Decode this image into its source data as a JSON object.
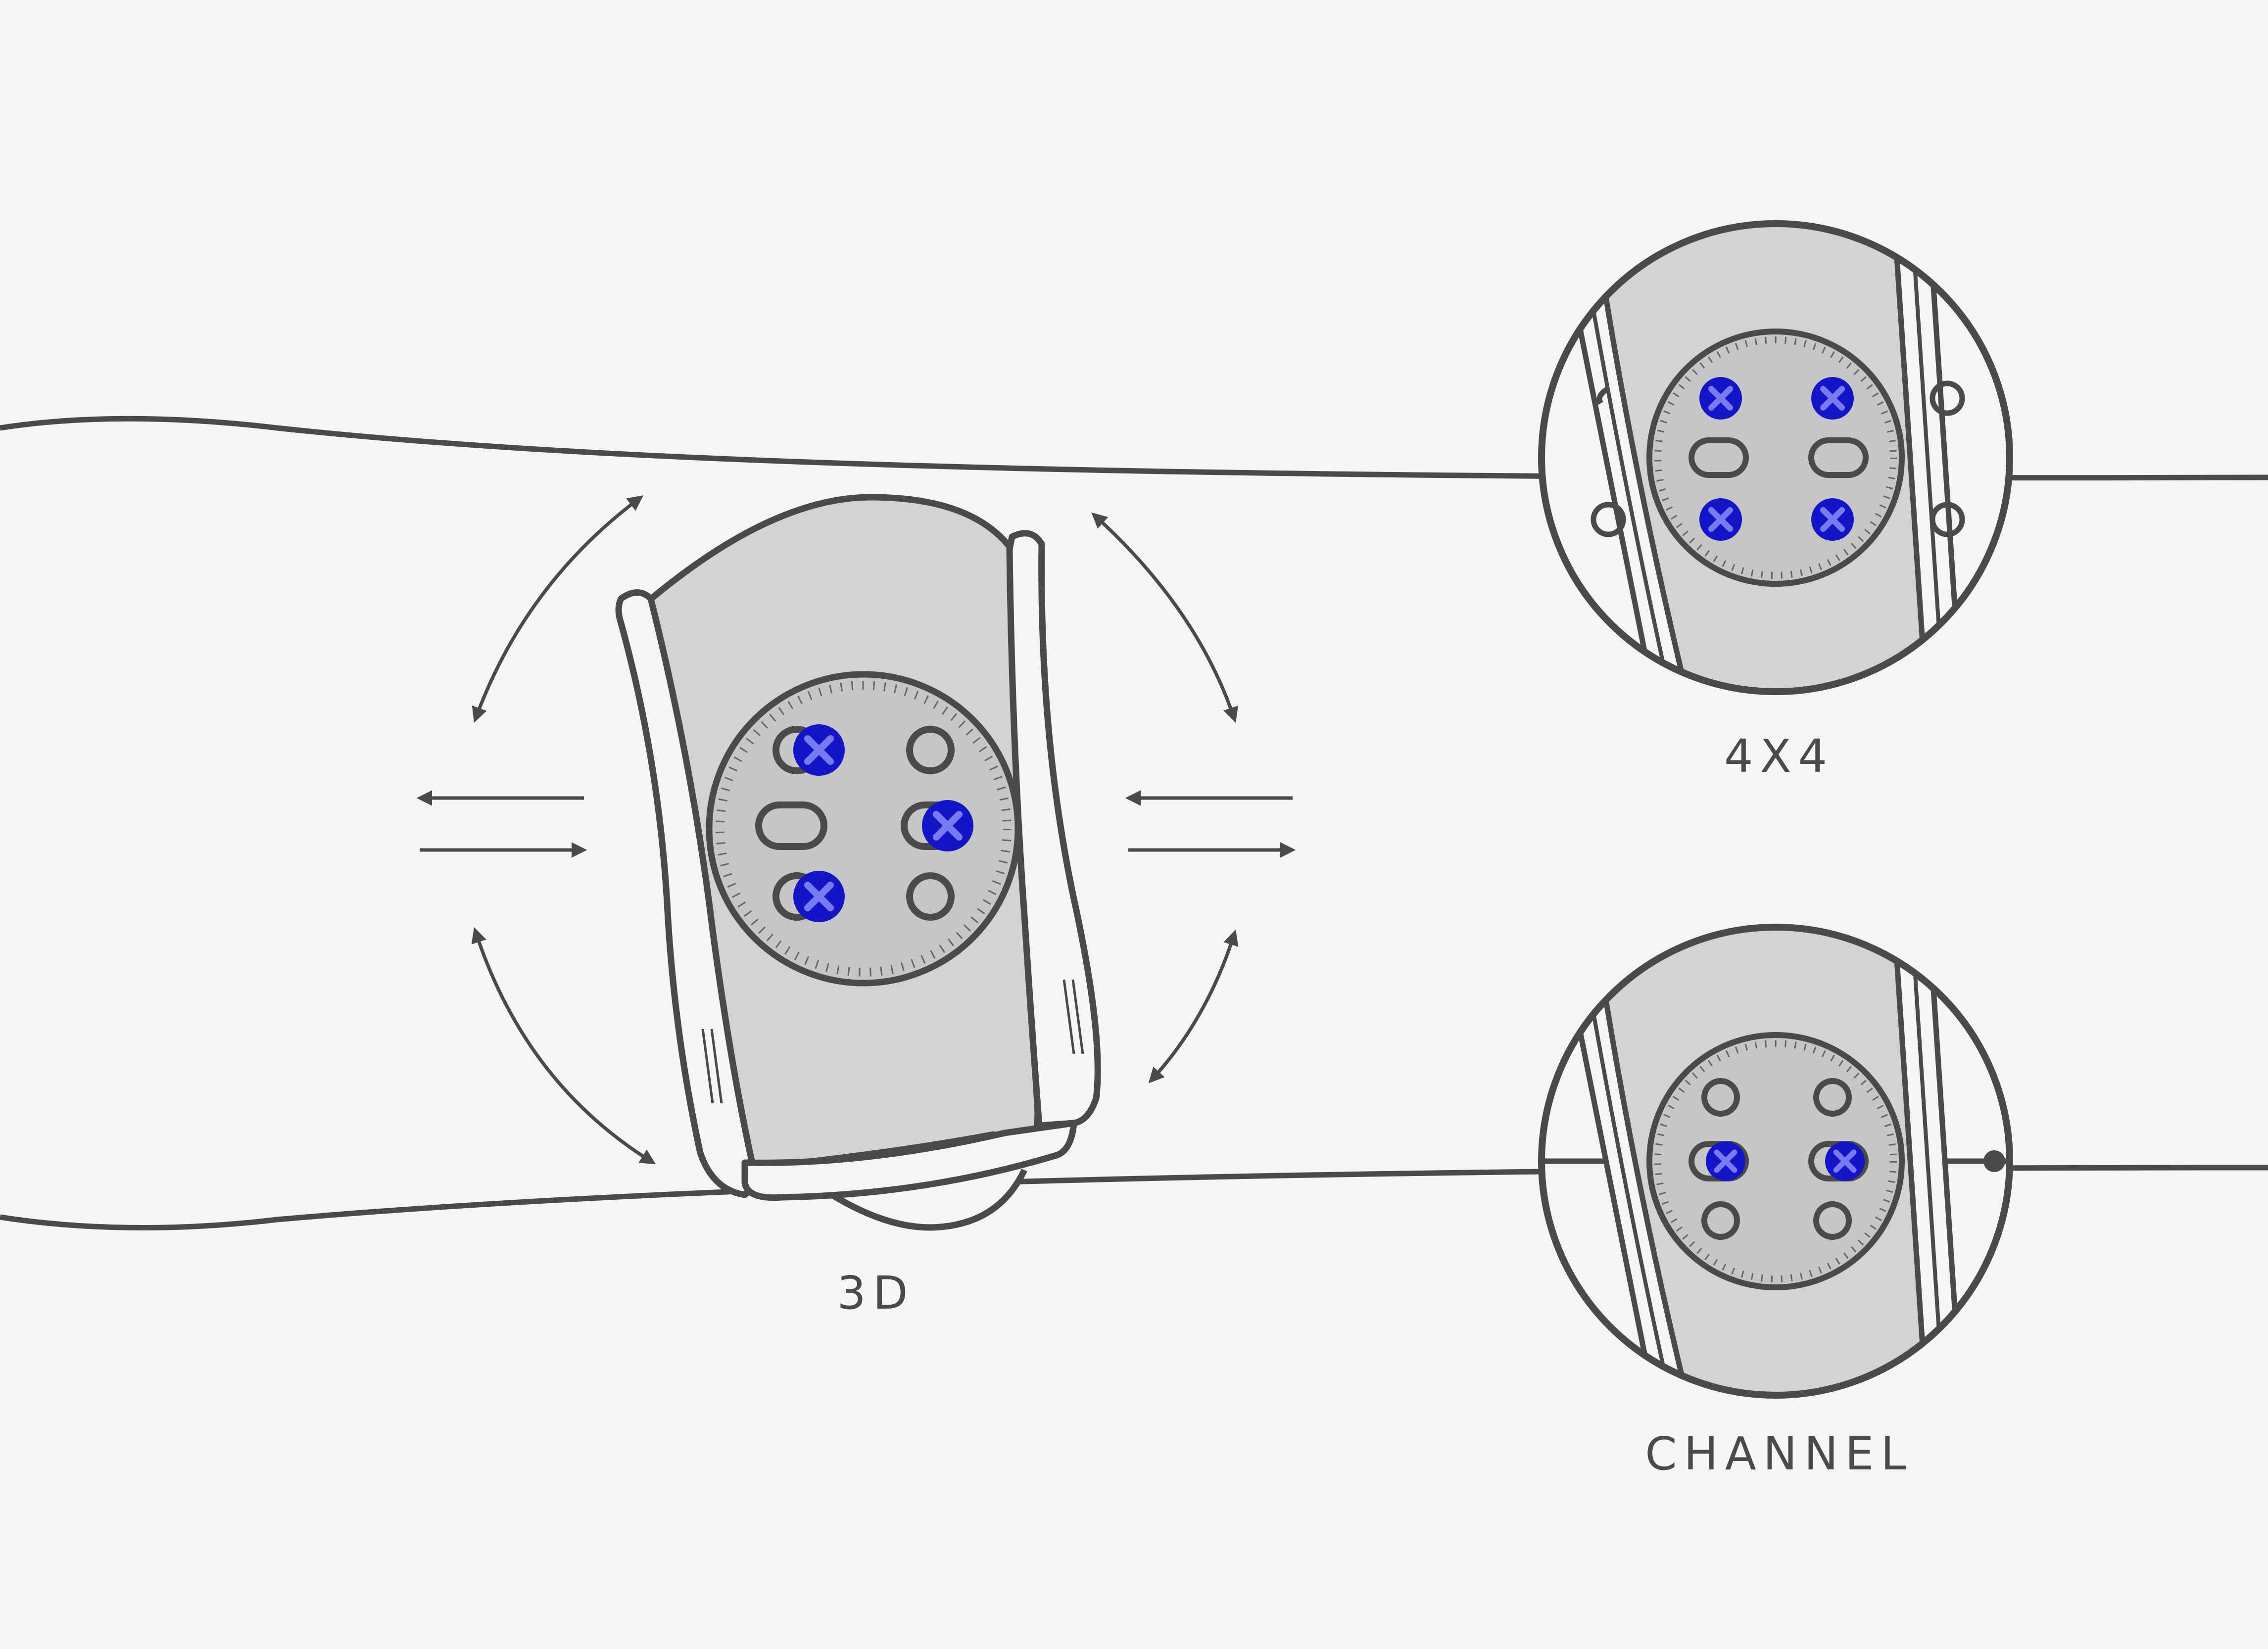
{
  "labels": {
    "three_d": "3D",
    "four_by_four": "4X4",
    "channel": "CHANNEL"
  },
  "colors": {
    "background": "#f5f5f5",
    "outline": "#4a4a4a",
    "fill_light": "#d3d3d3",
    "fill_mid": "#c6c6c6",
    "screw": "#1515c8",
    "screw_cross": "#7a7af0"
  },
  "icons": [
    "adjust-arrow-icon",
    "screw-icon"
  ]
}
